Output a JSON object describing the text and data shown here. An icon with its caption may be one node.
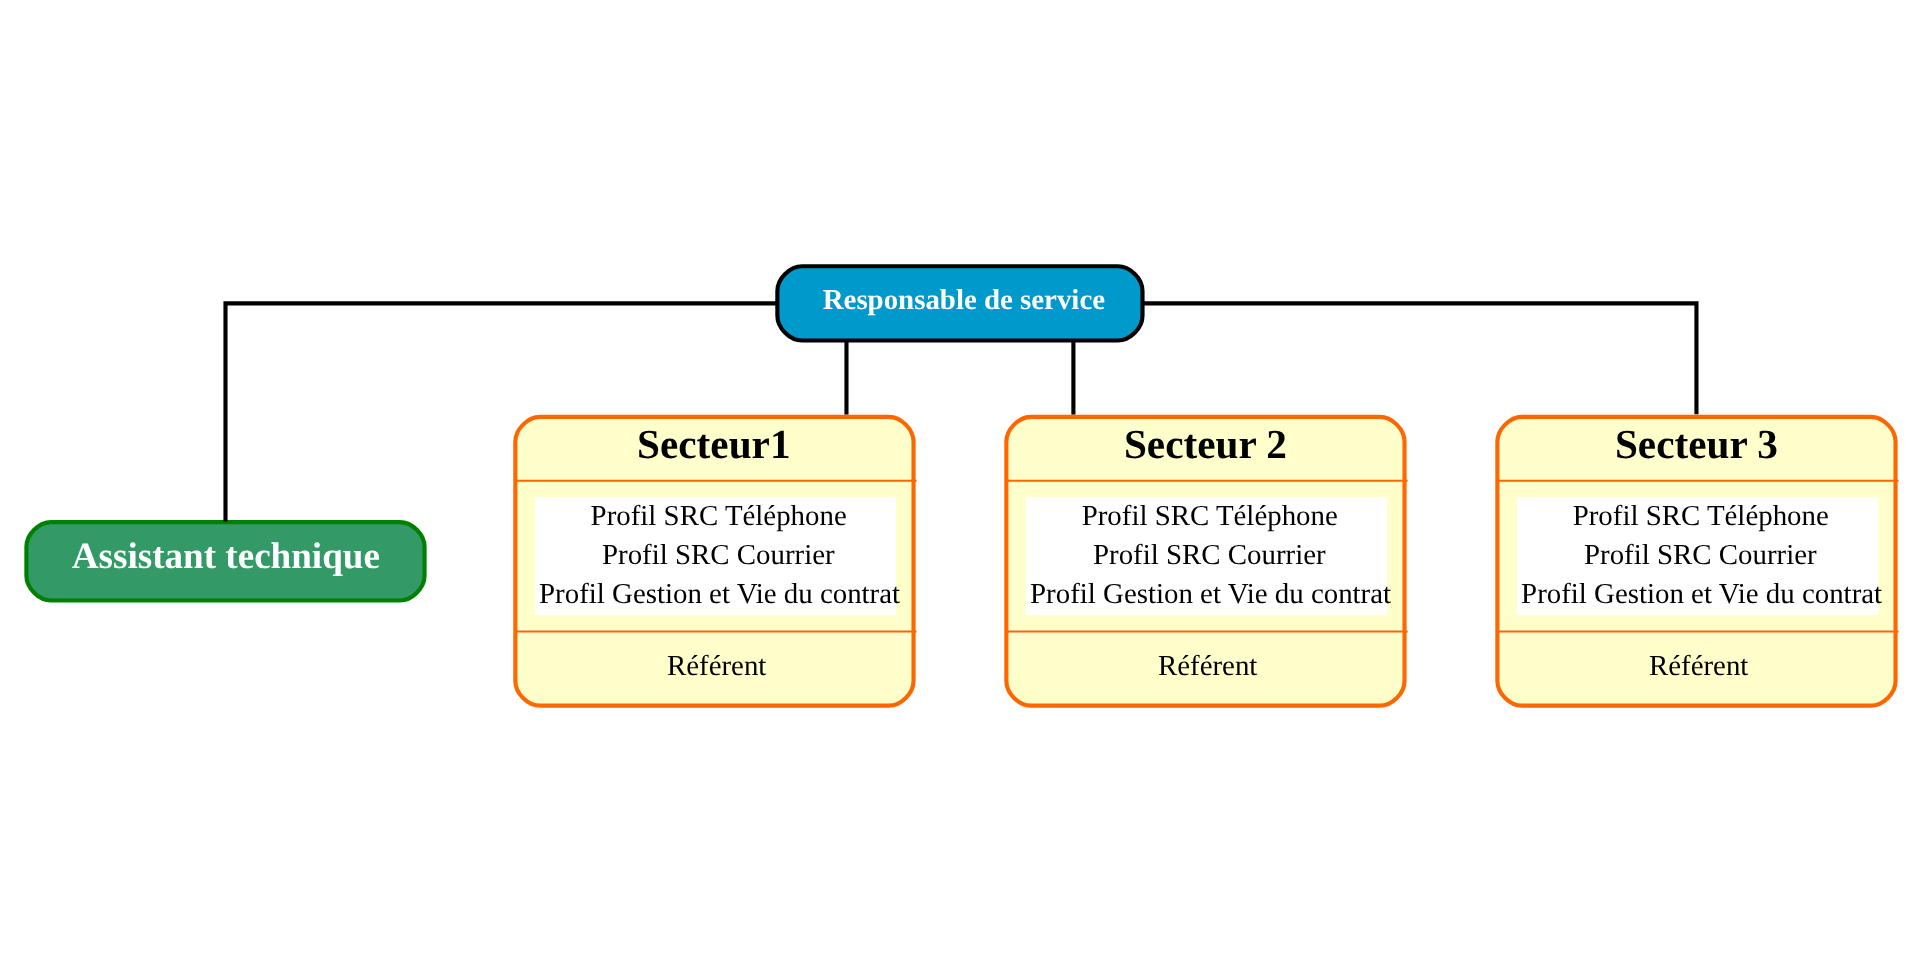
{
  "diagram": {
    "nodes": [
      {
        "text": [
          "Responsable de service"
        ]
      },
      {
        "text": [
          "Assistant technique"
        ]
      },
      {
        "text": [
          "Secteur1",
          "Profil SRC Téléphone",
          "Profil SRC Courrier",
          "Profil Gestion et Vie du contrat",
          "Référent"
        ]
      },
      {
        "text": [
          "Secteur 2",
          "Profil SRC Téléphone",
          "Profil SRC Courrier",
          "Profil Gestion et Vie du contrat",
          "Référent"
        ]
      },
      {
        "text": [
          "Secteur 3",
          "Profil SRC Téléphone",
          "Profil SRC Courrier",
          "Profil Gestion et Vie du contrat",
          "Référent"
        ]
      }
    ],
    "edges": [
      {
        "from": 0,
        "to": 1,
        "arrow": "none"
      },
      {
        "from": 0,
        "to": 2,
        "arrow": "none"
      },
      {
        "from": 0,
        "to": 3,
        "arrow": "none"
      },
      {
        "from": 0,
        "to": 4,
        "arrow": "none"
      }
    ]
  }
}
